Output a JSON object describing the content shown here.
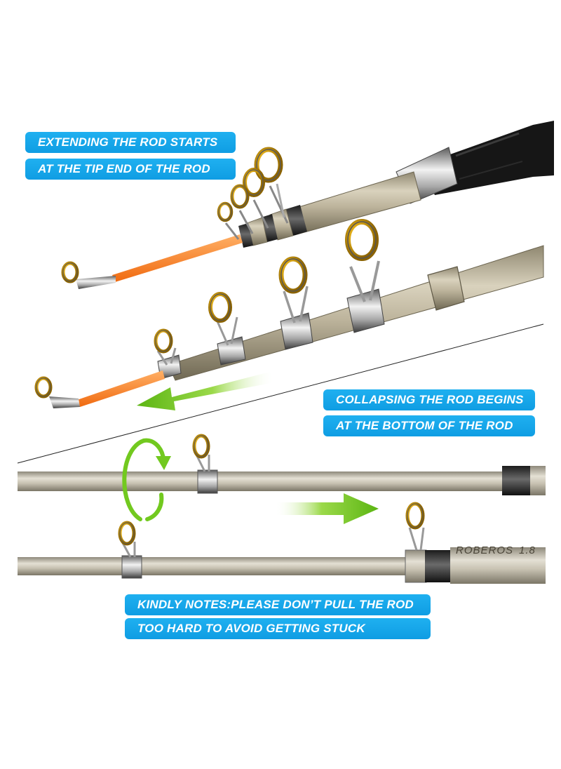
{
  "banners": {
    "extend_line1": "EXTENDING THE ROD STARTS",
    "extend_line2": "AT THE TIP END OF THE ROD",
    "collapse_line1": "COLLAPSING THE ROD BEGINS",
    "collapse_line2": "AT THE BOTTOM OF THE ROD",
    "notes_line1": "KINDLY NOTES:PLEASE DON’T PULL THE ROD",
    "notes_line2": "TOO HARD TO AVOID GETTING STUCK"
  },
  "rod_print": {
    "brand": "ROBEROS",
    "length": "1.8"
  },
  "colors": {
    "banner_blue": "#12a3e8",
    "arrow_green": "#6cc21e",
    "rod_gold": "#b8b09a",
    "tip_orange": "#ff8a2a",
    "guide_gold": "#d9a400"
  }
}
